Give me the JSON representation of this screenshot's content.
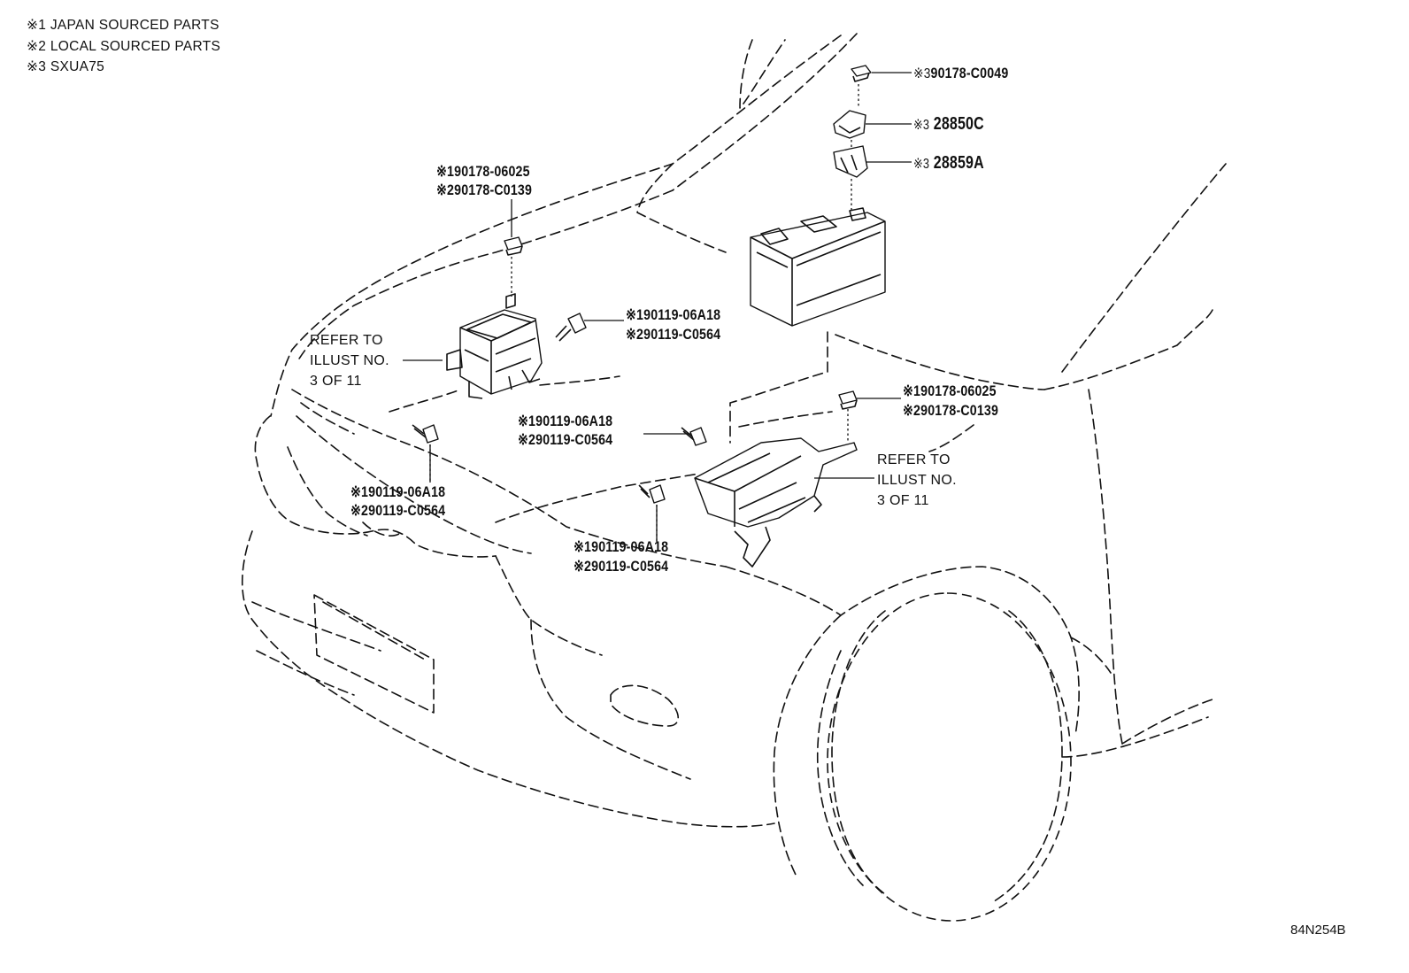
{
  "notes": [
    {
      "mark": "※1",
      "text": "JAPAN SOURCED PARTS"
    },
    {
      "mark": "※2",
      "text": "LOCAL SOURCED PARTS"
    },
    {
      "mark": "※3",
      "text": "SXUA75"
    }
  ],
  "callouts": {
    "nut_top": {
      "prefix": "※3",
      "part": "90178-C0049"
    },
    "clamp": {
      "prefix": "※3",
      "part": "28850C"
    },
    "bracket": {
      "prefix": "※3",
      "part": "28859A"
    },
    "nut_left_1": "※190178-06025",
    "nut_left_2": "※290178-C0139",
    "bolt_a_1": "※190119-06A18",
    "bolt_a_2": "※290119-C0564",
    "nut_right_1": "※190178-06025",
    "nut_right_2": "※290178-C0139",
    "bolt_b_1": "※190119-06A18",
    "bolt_b_2": "※290119-C0564",
    "bolt_c_1": "※190119-06A18",
    "bolt_c_2": "※290119-C0564",
    "bolt_d_1": "※190119-06A18",
    "bolt_d_2": "※290119-C0564"
  },
  "refer_left": [
    "REFER TO",
    "ILLUST NO.",
    "3 OF 11"
  ],
  "refer_right": [
    "REFER TO",
    "ILLUST NO.",
    "3 OF 11"
  ],
  "diagram_code": "84N254B"
}
